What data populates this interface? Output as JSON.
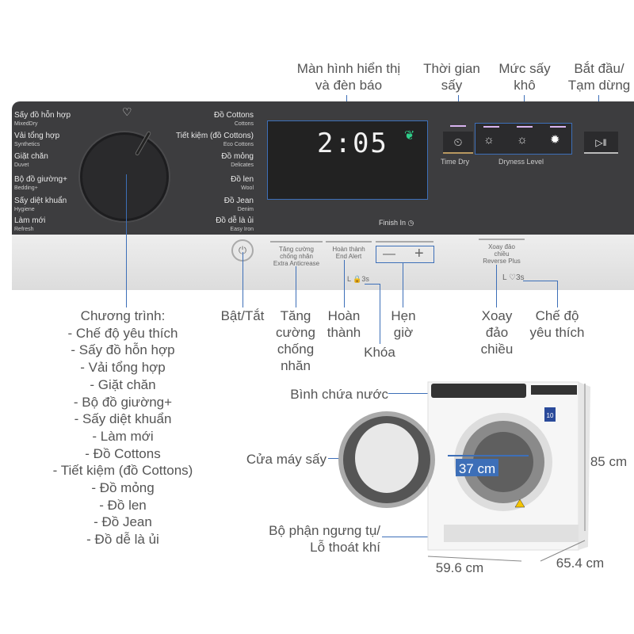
{
  "callouts_top": {
    "display": "Màn hình hiển thị\nvà đèn báo",
    "time_dry": "Thời gian\nsấy",
    "dryness": "Mức sấy\nkhô",
    "start_pause": "Bắt đầu/\nTạm dừng"
  },
  "panel": {
    "programs_left": [
      {
        "vi": "Sấy đồ hỗn hợp",
        "en": "MixedDry"
      },
      {
        "vi": "Vải tổng hợp",
        "en": "Synthetics"
      },
      {
        "vi": "Giặt chăn",
        "en": "Duvet"
      },
      {
        "vi": "Bộ đồ giường+",
        "en": "Bedding+"
      },
      {
        "vi": "Sấy diệt khuẩn",
        "en": "Hygiene"
      },
      {
        "vi": "Làm mới",
        "en": "Refresh"
      }
    ],
    "programs_right": [
      {
        "vi": "Đồ Cottons",
        "en": "Cottons"
      },
      {
        "vi": "Tiết kiệm (đồ Cottons)",
        "en": "Eco Cottons"
      },
      {
        "vi": "Đồ mỏng",
        "en": "Delicates"
      },
      {
        "vi": "Đồ len",
        "en": "Wool"
      },
      {
        "vi": "Đồ Jean",
        "en": "Denim"
      },
      {
        "vi": "Đồ dễ là ủi",
        "en": "Easy Iron"
      }
    ],
    "display_time": "2:05",
    "finish_in": "Finish In",
    "time_dry_label": "Time Dry",
    "dryness_label": "Dryness Level",
    "extra_anticrease": "Tăng cường\nchống nhăn\nExtra Anticrease",
    "end_alert": "Hoàn thành\nEnd Alert",
    "minus": "—",
    "plus": "+",
    "reverse_plus": "Xoay đảo\nchiều\nReverse Plus",
    "hold_3s": "3s"
  },
  "callouts_bottom": {
    "programs_title": "Chương trình:",
    "programs": [
      "- Chế độ yêu thích",
      "- Sấy đồ hỗn hợp",
      "- Vải tổng hợp",
      "- Giặt chăn",
      "- Bộ đồ giường+",
      "- Sấy diệt khuẩn",
      "- Làm mới",
      "- Đồ Cottons",
      "- Tiết kiệm (đồ Cottons)",
      "- Đồ mỏng",
      "- Đồ len",
      "- Đồ Jean",
      "- Đồ dễ là ủi"
    ],
    "power": "Bật/Tắt",
    "anticrease": "Tăng\ncường\nchống\nnhăn",
    "end_alert": "Hoàn\nthành",
    "lock": "Khóa",
    "timer": "Hẹn\ngiờ",
    "reverse": "Xoay\nđảo\nchiều",
    "favorite": "Chế độ\nyêu thích"
  },
  "product": {
    "water_tank": "Bình chứa nước",
    "door": "Cửa máy sấy",
    "condenser": "Bộ phận ngưng tụ/\nLỗ thoát khí",
    "drum_diameter": "37 cm",
    "height": "85 cm",
    "width": "59.6 cm",
    "depth": "65.4 cm",
    "energy_badge": "10"
  },
  "colors": {
    "panel": "#3d3d3f",
    "callout_line": "#3d6fb8",
    "led": "#d8b4f0",
    "eco": "#2fcf8a"
  }
}
